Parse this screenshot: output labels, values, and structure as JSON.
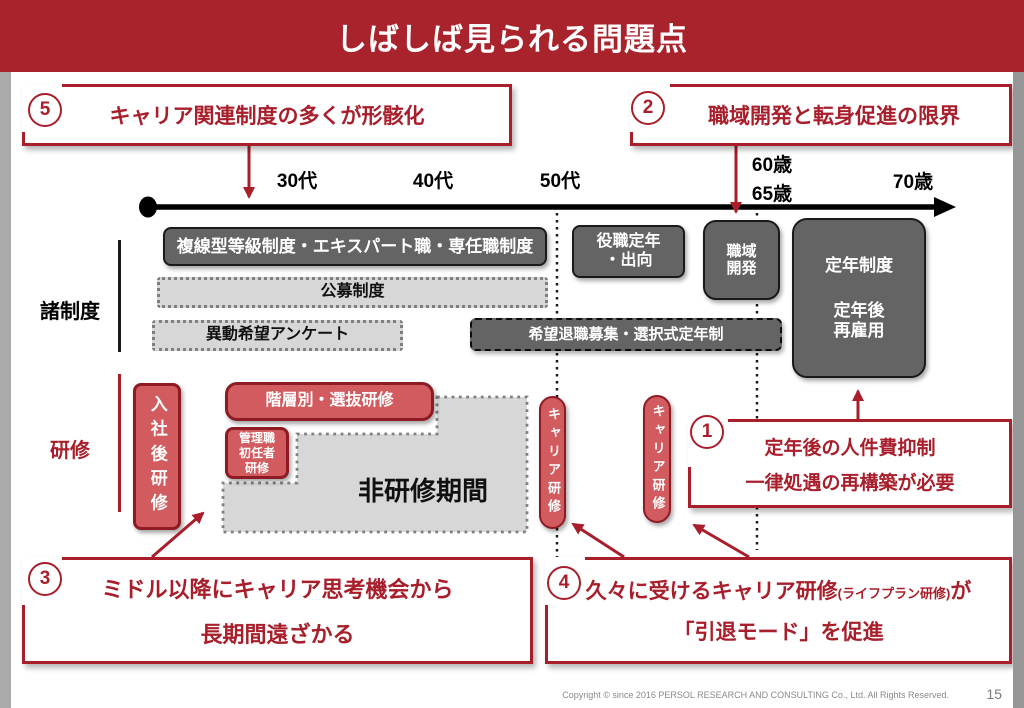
{
  "slide": {
    "title": "しばしば見られる問題点",
    "page_number": "15",
    "footer": "Copyright © since 2016  PERSOL  RESEARCH AND CONSULTING Co.,  Ltd. All Rights Reserved."
  },
  "colors": {
    "brand_red": "#A81E2B",
    "header_red": "#A8232C",
    "red_box_fill": "#D15B5F",
    "red_box_border": "#8E1B24",
    "dark_gray_box": "#646464",
    "light_gray_box": "#D7D7D7",
    "dotted_border_gray": "#7F7F7F"
  },
  "timeline": {
    "ages": [
      {
        "label": "30代"
      },
      {
        "label": "40代"
      },
      {
        "label": "50代"
      },
      {
        "label": "60歳"
      },
      {
        "label": "65歳"
      },
      {
        "label": "70歳"
      }
    ]
  },
  "row_labels": {
    "systems": "諸制度",
    "training": "研修"
  },
  "boxes": {
    "multi_track": "複線型等級制度・エキスパート職・専任職制度",
    "open_recruitment": "公募制度",
    "transfer_survey": "異動希望アンケート",
    "role_retirement": {
      "line1": "役職定年",
      "line2": "・出向"
    },
    "domain_dev": {
      "line1": "職域",
      "line2": "開発"
    },
    "retirement_system": {
      "line1": "定年制度",
      "line2": "定年後",
      "line3": "再雇用"
    },
    "voluntary_retirement": "希望退職募集・選択式定年制",
    "post_hire_training": "入社後研修",
    "tier_training": "階層別・選抜研修",
    "new_manager_training": {
      "line1": "管理職",
      "line2": "初任者",
      "line3": "研修"
    },
    "no_training_period": "非研修期間",
    "career_training_1": "キャリア研修",
    "career_training_2": "キャリア研修"
  },
  "callouts": {
    "c1": {
      "number": "1",
      "line1": "定年後の人件費抑制",
      "line2": "一律処遇の再構築が必要"
    },
    "c2": {
      "number": "2",
      "text": "職域開発と転身促進の限界"
    },
    "c3": {
      "number": "3",
      "line1": "ミドル以降にキャリア思考機会から",
      "line2": "長期間遠ざかる"
    },
    "c4": {
      "number": "4",
      "line1_main": "久々に受けるキャリア研修",
      "line1_small": "(ライフプラン研修)",
      "line1_tail": "が",
      "line2": "「引退モード」を促進"
    },
    "c5": {
      "number": "5",
      "text": "キャリア関連制度の多くが形骸化"
    }
  }
}
